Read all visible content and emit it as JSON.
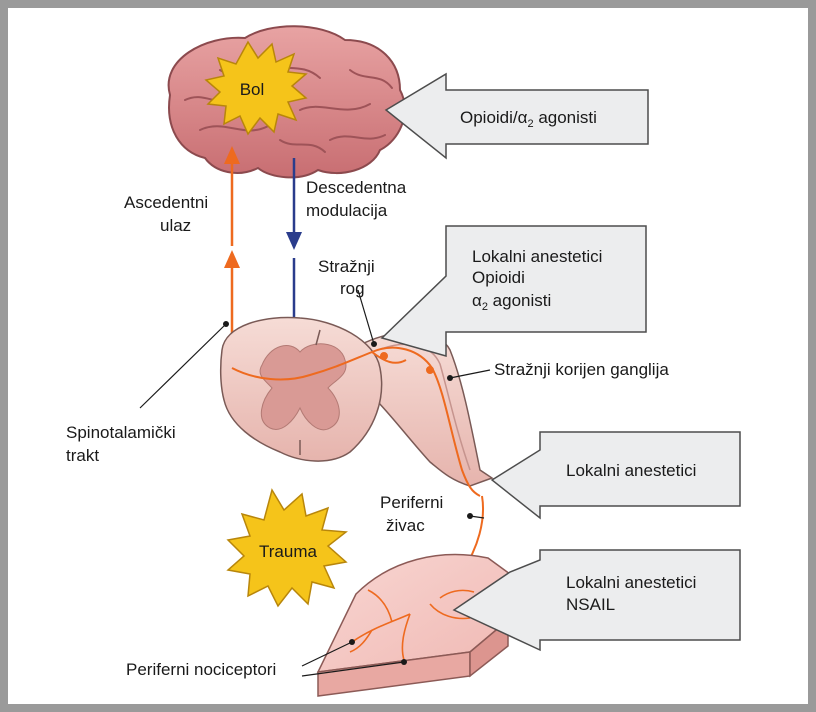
{
  "bursts": {
    "brain": "Bol",
    "trauma": "Trauma"
  },
  "labels": {
    "ascending_1": "Ascedentni",
    "ascending_2": "ulaz",
    "descending_1": "Descedentna",
    "descending_2": "modulacija",
    "dorsal_horn_1": "Stražnji",
    "dorsal_horn_2": "rog",
    "dorsal_root_ganglion": "Stražnji korijen ganglija",
    "spinothalamic_1": "Spinotalamički",
    "spinothalamic_2": "trakt",
    "peripheral_nerve_1": "Periferni",
    "peripheral_nerve_2": "živac",
    "nociceptors": "Periferni nociceptori"
  },
  "drug_boxes": {
    "brain": {
      "line1_prefix": "Opioidi/",
      "alpha": "α",
      "sub": "2",
      "line1_suffix": " agonisti"
    },
    "spinal": {
      "line1": "Lokalni anestetici",
      "line2": "Opioidi",
      "alpha": "α",
      "sub": "2",
      "line3_suffix": " agonisti"
    },
    "nerve": {
      "line1": "Lokalni anestetici"
    },
    "skin": {
      "line1": "Lokalni anestetici",
      "line2": "NSAIL"
    }
  },
  "colors": {
    "pathway": "#ee6a1f",
    "descending": "#2a3c8c",
    "burst": "#f5c41a",
    "box_fill": "#ecedee",
    "box_stroke": "#4d4d4d",
    "brain": "#d98a8a",
    "spinal_cord": "#f2cfc9",
    "skin": "#f4c8c5"
  }
}
